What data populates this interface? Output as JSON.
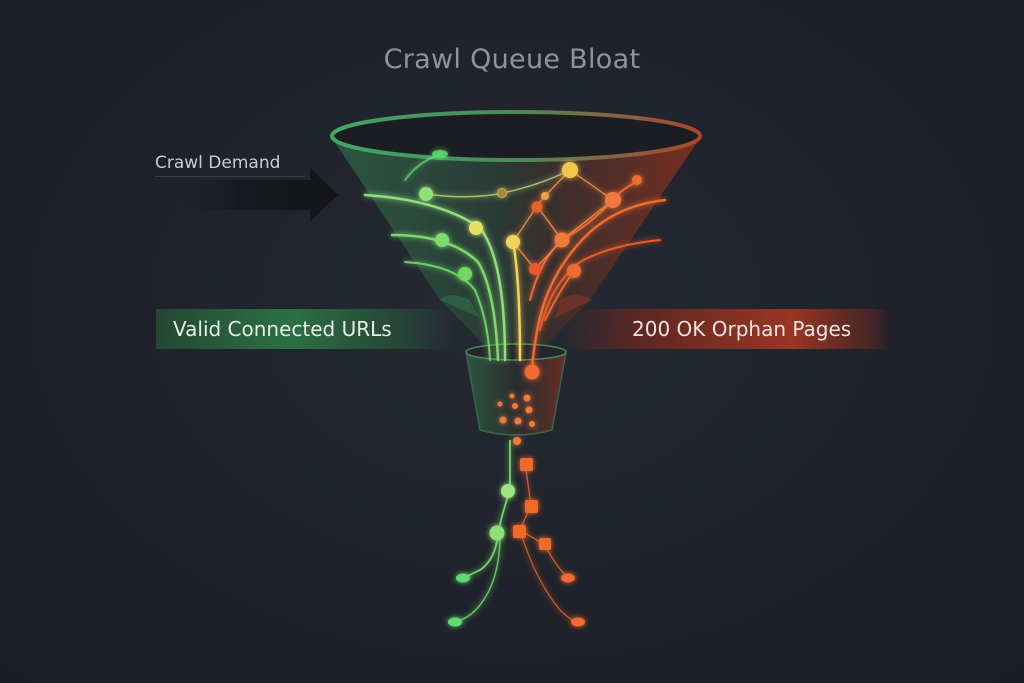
{
  "title": "Crawl Queue Bloat",
  "labels": {
    "input": "Crawl Demand",
    "left_outcome": "Valid Connected URLs",
    "right_outcome": "200 OK Orphan Pages"
  },
  "colors": {
    "background": "#1f222a",
    "valid": "#5fdc72",
    "orphan": "#f0642c",
    "junction": "#f3d45a",
    "title_text": "#8f949c"
  },
  "icons": {
    "funnel": "funnel-icon",
    "arrow": "arrow-right-icon",
    "nodes": "network-node-icon"
  }
}
